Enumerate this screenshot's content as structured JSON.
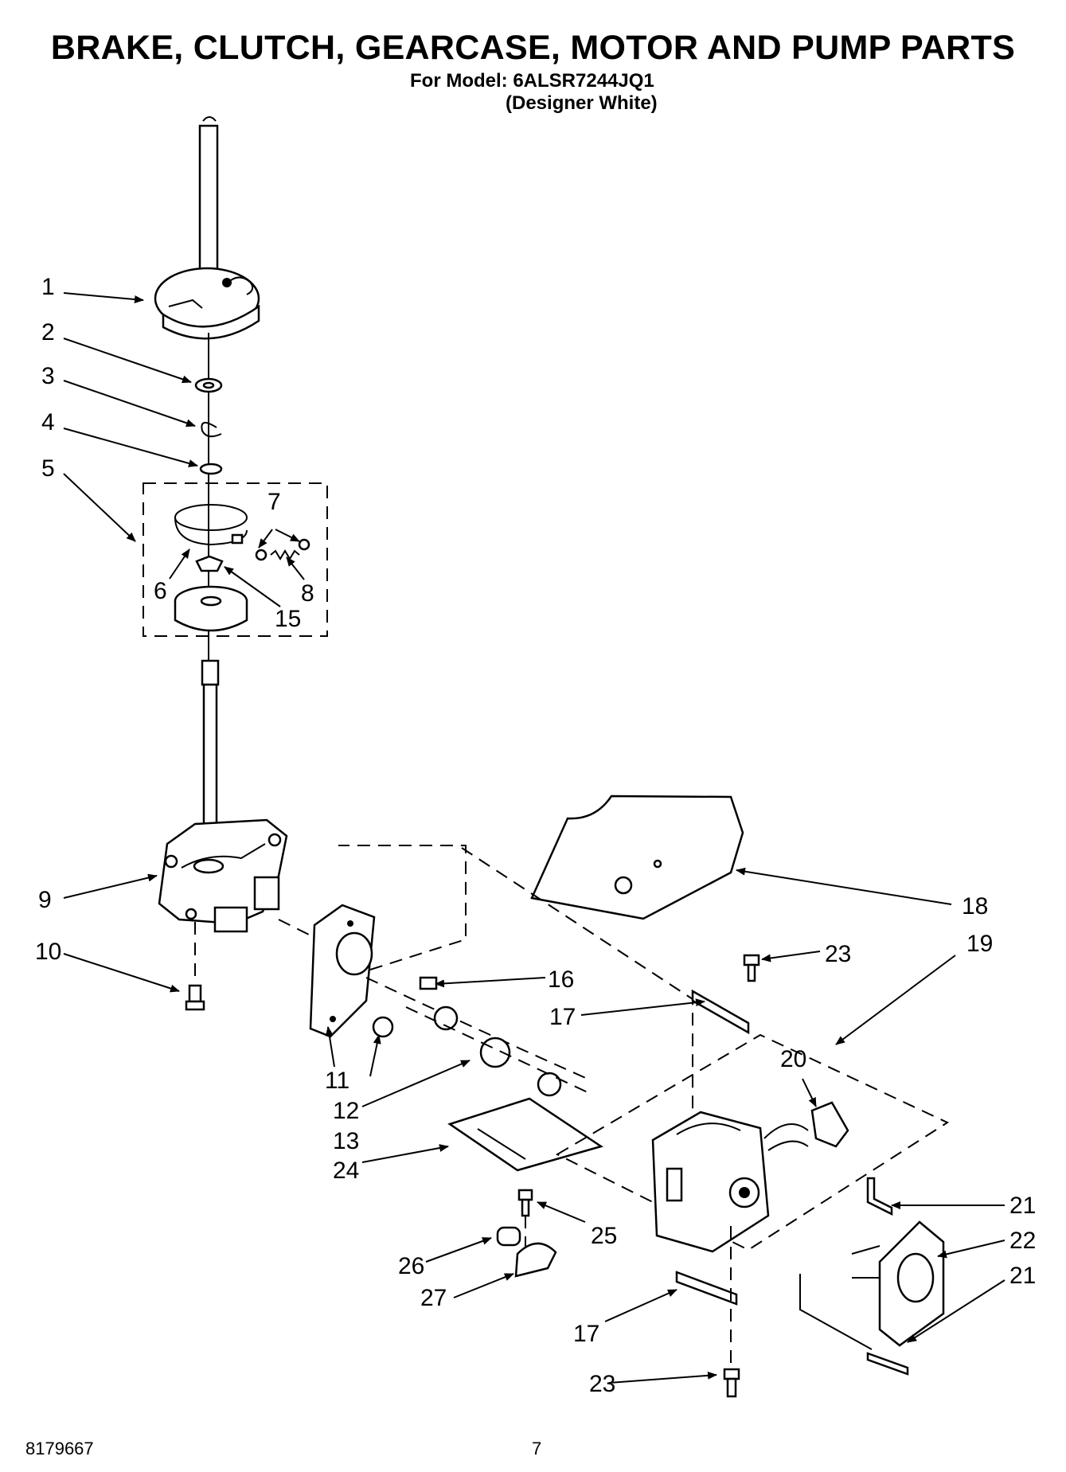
{
  "header": {
    "title": "BRAKE, CLUTCH, GEARCASE, MOTOR AND PUMP PARTS",
    "model_line": "For Model: 6ALSR7244JQ1",
    "variant": "(Designer White)"
  },
  "callouts": {
    "c1": "1",
    "c2": "2",
    "c3": "3",
    "c4": "4",
    "c5": "5",
    "c6": "6",
    "c7": "7",
    "c8": "8",
    "c9": "9",
    "c10": "10",
    "c11": "11",
    "c12": "12",
    "c13": "13",
    "c15": "15",
    "c16": "16",
    "c17a": "17",
    "c17b": "17",
    "c18": "18",
    "c19": "19",
    "c20": "20",
    "c21a": "21",
    "c21b": "21",
    "c22": "22",
    "c23a": "23",
    "c23b": "23",
    "c24": "24",
    "c25": "25",
    "c26": "26",
    "c27": "27"
  },
  "footer": {
    "doc_number": "8179667",
    "page_number": "7"
  }
}
